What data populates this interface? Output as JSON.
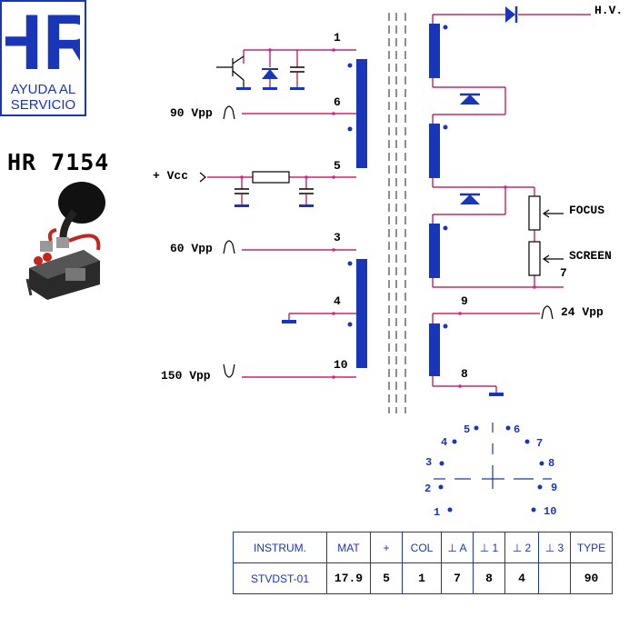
{
  "logo": {
    "initials": "HR",
    "line1": "AYUDA AL",
    "line2": "SERVICIO"
  },
  "model": "HR 7154",
  "colors": {
    "wire": "#b8004a",
    "blue": "#1a36b8",
    "dot": "#d61e9c"
  },
  "labels": {
    "hv": "H.V.",
    "focus": "FOCUS",
    "screen": "SCREEN",
    "vpp90": "90 Vpp",
    "vpp60": "60 Vpp",
    "vpp150": "150 Vpp",
    "vpp24": "24 Vpp",
    "vcc": "+ Vcc"
  },
  "pins": {
    "p1": "1",
    "p6": "6",
    "p5": "5",
    "p3": "3",
    "p4": "4",
    "p10": "10",
    "p7": "7",
    "p9": "9",
    "p8": "8"
  },
  "base_pins": [
    "1",
    "2",
    "3",
    "4",
    "5",
    "6",
    "7",
    "8",
    "9",
    "10"
  ],
  "table": {
    "headers": [
      "INSTRUM.",
      "MAT",
      "+",
      "COL",
      "⊥ A",
      "⊥ 1",
      "⊥ 2",
      "⊥ 3",
      "TYPE"
    ],
    "values": [
      "STVDST-01",
      "17.9",
      "5",
      "1",
      "7",
      "8",
      "4",
      "",
      "90"
    ]
  }
}
